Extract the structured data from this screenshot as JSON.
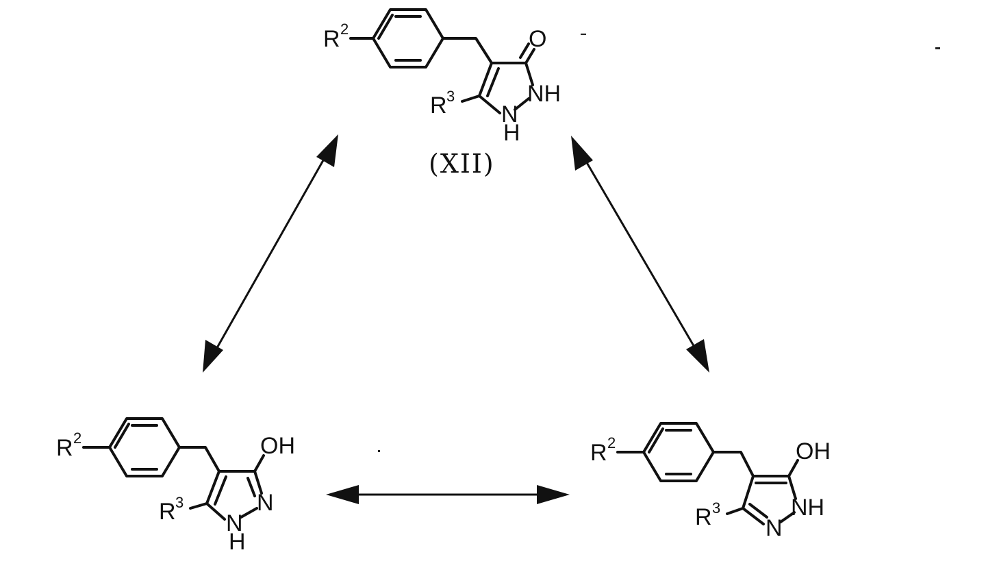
{
  "scheme": {
    "compound_label": "(XII)",
    "structures": [
      {
        "id": "keto-form",
        "substituent_aryl": "R",
        "substituent_aryl_sup": "2",
        "substituent_ring": "R",
        "substituent_ring_sup": "3",
        "carbonyl": "O",
        "ring_nh": "NH",
        "ring_n": "N",
        "ring_h": "H"
      },
      {
        "id": "enol-form-1h",
        "substituent_aryl": "R",
        "substituent_aryl_sup": "2",
        "substituent_ring": "R",
        "substituent_ring_sup": "3",
        "hydroxyl": "OH",
        "ring_n": "N",
        "ring_nh_n": "N",
        "ring_h": "H"
      },
      {
        "id": "enol-form-2h",
        "substituent_aryl": "R",
        "substituent_aryl_sup": "2",
        "substituent_ring": "R",
        "substituent_ring_sup": "3",
        "hydroxyl": "OH",
        "ring_nh": "NH",
        "ring_n": "N"
      }
    ],
    "arrows": [
      {
        "name": "top-left-equilibrium-arrow",
        "type": "double-headed"
      },
      {
        "name": "top-right-equilibrium-arrow",
        "type": "double-headed"
      },
      {
        "name": "bottom-equilibrium-arrow",
        "type": "double-headed"
      }
    ]
  }
}
